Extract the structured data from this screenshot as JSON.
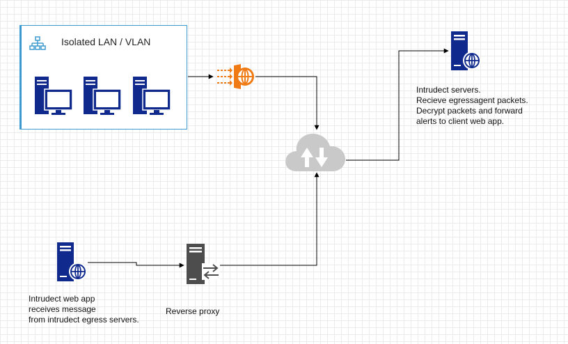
{
  "diagram": {
    "lan_group": {
      "title": "Isolated LAN / VLAN",
      "icon": "network-icon",
      "workstation_icon": "workstation-icon",
      "workstation_count": 3
    },
    "firewall": {
      "icon": "firewall-icon",
      "accent": "#f07b15"
    },
    "cloud": {
      "icon": "cloud-up-down-icon",
      "color": "#c9c9c9"
    },
    "intrudect_servers": {
      "icon": "web-server-icon",
      "lines": [
        "Intrudect servers.",
        "Recieve egressagent packets.",
        "Decrypt packets and forward",
        "alerts to client web app."
      ]
    },
    "web_app": {
      "icon": "web-server-icon",
      "lines": [
        "Intrudect web app",
        "receives message",
        "from intrudect egress servers."
      ]
    },
    "reverse_proxy": {
      "icon": "reverse-proxy-icon",
      "label": "Reverse proxy"
    },
    "colors": {
      "server_blue": "#0f2a8c",
      "group_border": "#3d9ad1",
      "proxy_gray": "#4d4d4d",
      "edge": "#000000"
    }
  }
}
